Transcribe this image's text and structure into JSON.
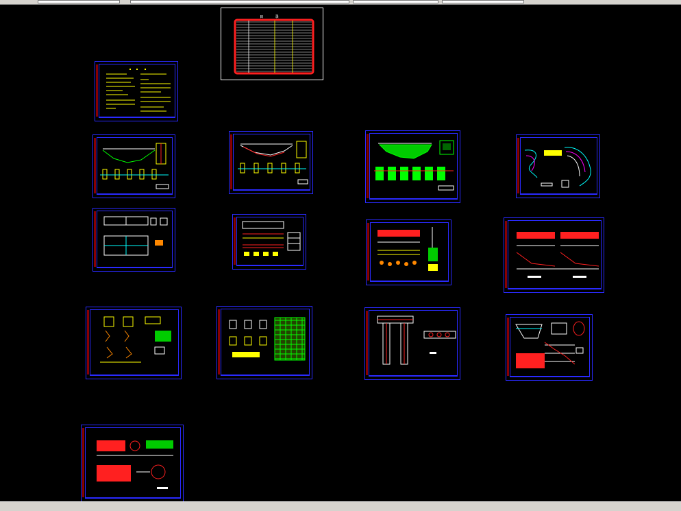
{
  "app": {
    "toolbar": {
      "fields": [
        "",
        "",
        ""
      ]
    },
    "colors": {
      "background": "#000000",
      "frame": "#2a2aff",
      "red": "#ff2020",
      "yellow": "#ffff00",
      "green": "#00ff00",
      "cyan": "#00ffff",
      "magenta": "#ff00ff",
      "white": "#ffffff",
      "chrome": "#d6d3ce"
    }
  },
  "cover_sheet": {
    "title": "目 录",
    "rows": 19
  },
  "sheets": [
    {
      "id": "notes",
      "kind": "notes"
    },
    {
      "id": "elevation-1",
      "kind": "elevation"
    },
    {
      "id": "elevation-2",
      "kind": "elevation"
    },
    {
      "id": "elevation-3",
      "kind": "elevation-green"
    },
    {
      "id": "site-plan",
      "kind": "plan"
    },
    {
      "id": "girder-layout",
      "kind": "girder"
    },
    {
      "id": "rebar-1",
      "kind": "rebar"
    },
    {
      "id": "rebar-2",
      "kind": "rebar2"
    },
    {
      "id": "section-red",
      "kind": "section-red"
    },
    {
      "id": "detail-1",
      "kind": "details"
    },
    {
      "id": "detail-table",
      "kind": "table"
    },
    {
      "id": "pier",
      "kind": "pier"
    },
    {
      "id": "abutment",
      "kind": "abutment"
    },
    {
      "id": "deck-rebar",
      "kind": "deck"
    }
  ]
}
